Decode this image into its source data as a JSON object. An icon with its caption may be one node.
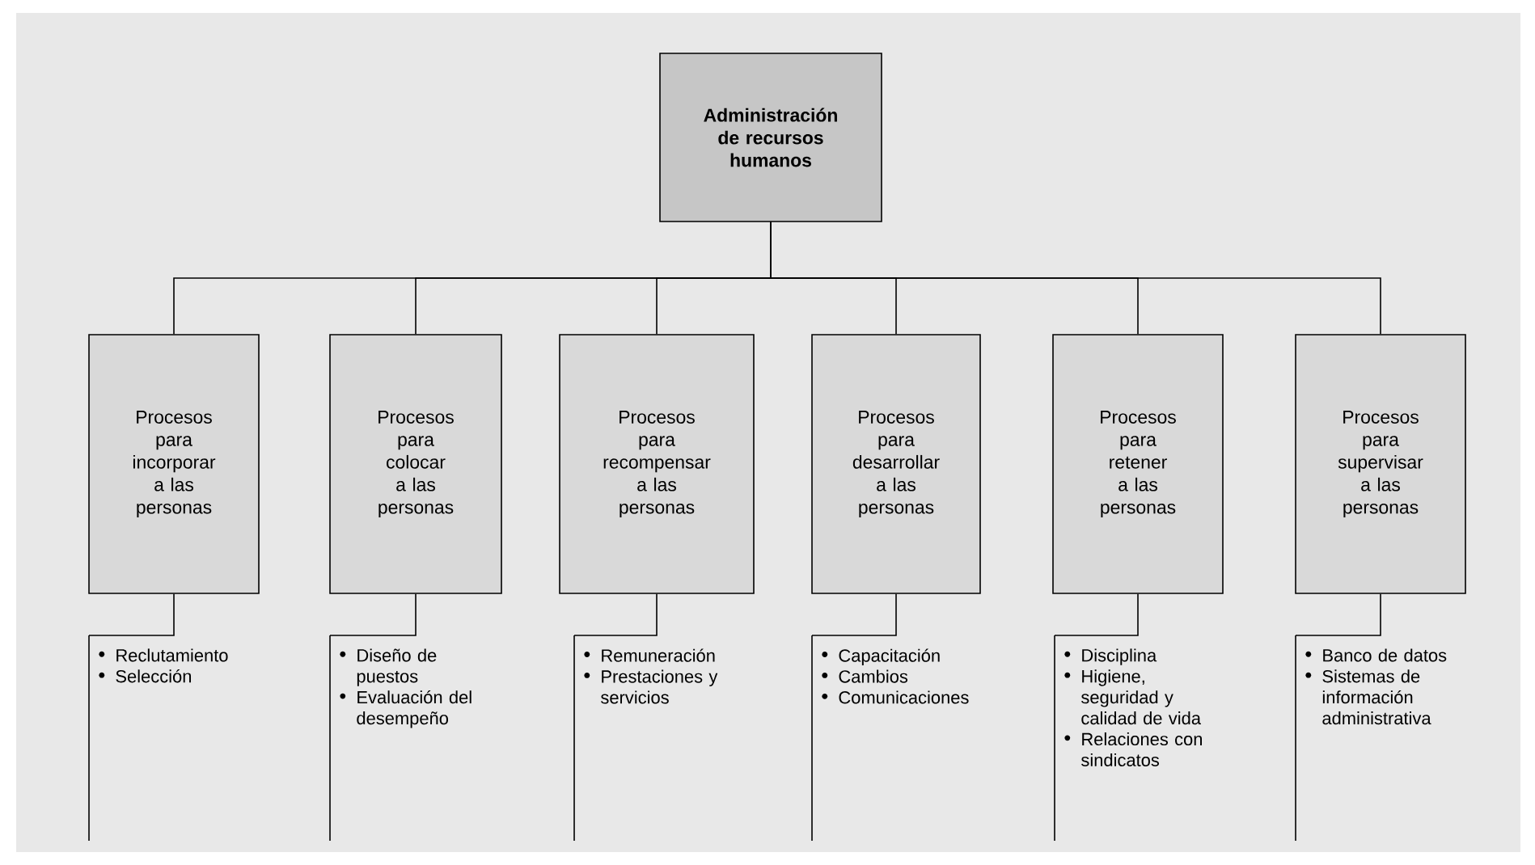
{
  "diagram": {
    "nodes": [
      {
        "text": [
          "Administración de recursos humanos"
        ]
      },
      {
        "text": [
          "Procesos para incorporar a las personas"
        ]
      },
      {
        "text": [
          "Procesos para colocar a las personas"
        ]
      },
      {
        "text": [
          "Procesos para recompensar a las personas"
        ]
      },
      {
        "text": [
          "Procesos para desarrollar a las personas"
        ]
      },
      {
        "text": [
          "Procesos para retener a las personas"
        ]
      },
      {
        "text": [
          "Procesos para supervisar a las personas"
        ]
      },
      {
        "text": [
          "Reclutamiento",
          "Selección"
        ]
      },
      {
        "text": [
          "Diseño de puestos",
          "Evaluación del desempeño"
        ]
      },
      {
        "text": [
          "Remuneración",
          "Prestaciones y servicios"
        ]
      },
      {
        "text": [
          "Capacitación",
          "Cambios",
          "Comunicaciones"
        ]
      },
      {
        "text": [
          "Disciplina",
          "Higiene, seguridad y calidad de vida",
          "Relaciones con sindicatos"
        ]
      },
      {
        "text": [
          "Banco de datos",
          "Sistemas de información administrativa"
        ]
      }
    ],
    "edges": [
      {
        "from": 0,
        "to": 1,
        "arrow": "none"
      },
      {
        "from": 0,
        "to": 2,
        "arrow": "none"
      },
      {
        "from": 0,
        "to": 3,
        "arrow": "none"
      },
      {
        "from": 0,
        "to": 4,
        "arrow": "none"
      },
      {
        "from": 0,
        "to": 5,
        "arrow": "none"
      },
      {
        "from": 0,
        "to": 6,
        "arrow": "none"
      },
      {
        "from": 1,
        "to": 7,
        "arrow": "none"
      },
      {
        "from": 2,
        "to": 8,
        "arrow": "none"
      },
      {
        "from": 3,
        "to": 9,
        "arrow": "none"
      },
      {
        "from": 4,
        "to": 10,
        "arrow": "none"
      },
      {
        "from": 5,
        "to": 11,
        "arrow": "none"
      },
      {
        "from": 6,
        "to": 12,
        "arrow": "none"
      }
    ]
  }
}
